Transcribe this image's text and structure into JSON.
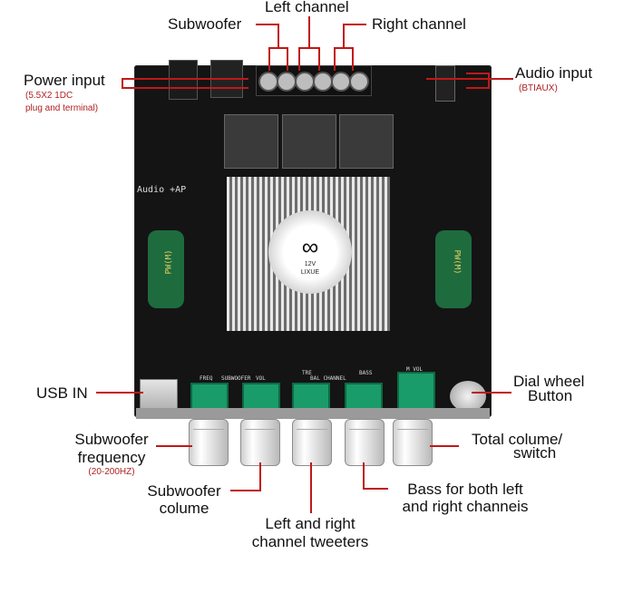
{
  "labels": {
    "left_channel": "Left channel",
    "subwoofer_top": "Subwoofer",
    "right_channel": "Right channel",
    "power_input": "Power input",
    "power_sub1": "(5.5X2 1DC",
    "power_sub2": "plug and terminal)",
    "audio_input": "Audio input",
    "audio_sub": "(BTIAUX)",
    "usb_in": "USB IN",
    "dial_wheel_1": "Dial wheel",
    "dial_wheel_2": "Button",
    "sub_freq_1": "Subwoofer",
    "sub_freq_2": "frequency",
    "sub_freq_sub": "(20-200HZ)",
    "total_vol_1": "Total colume/",
    "total_vol_2": "switch",
    "sub_vol_1": "Subwoofer",
    "sub_vol_2": "colume",
    "bass_1": "Bass for both left",
    "bass_2": "and right channeis",
    "tweeters_1": "Left and right",
    "tweeters_2": "channel tweeters"
  },
  "board": {
    "silk_audio": "Audio +AP",
    "silk_freq": "FREQ",
    "silk_subwoofer": "SUBWOOFER",
    "silk_vol": "VOL",
    "silk_tre": "TRE",
    "silk_bal": "BAL CHANNEL",
    "silk_bass": "BASS",
    "silk_mvol": "M_VOL",
    "cap_text": "PW(M)",
    "fan_text_1": "12V",
    "fan_text_2": "LIXUE"
  },
  "colors": {
    "annotation_line": "#c01818",
    "label_text": "#111111",
    "subtext": "#b02020",
    "pcb": "#141414"
  }
}
